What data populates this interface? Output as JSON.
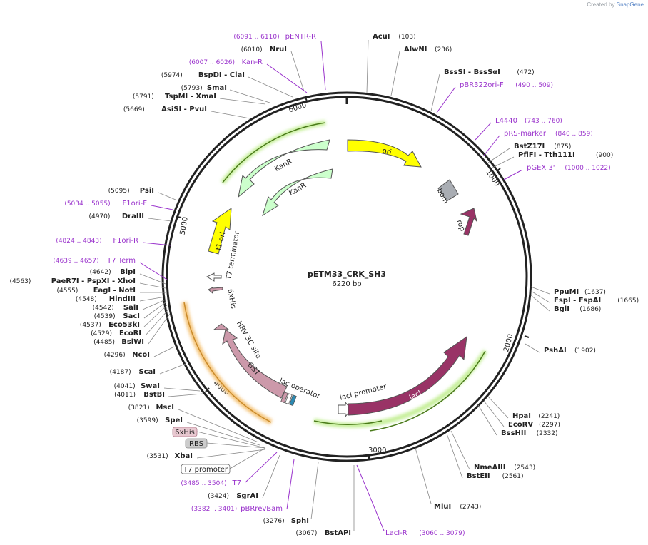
{
  "brand": {
    "prefix": "Created by",
    "name": "SnapGene"
  },
  "plasmid": {
    "name": "pETM33_CRK_SH3",
    "length_label": "6220 bp",
    "length": 6220
  },
  "ticks": [
    "1000",
    "2000",
    "3000",
    "4000",
    "5000",
    "6000"
  ],
  "features": [
    {
      "label": "ori",
      "color": "#ffff00"
    },
    {
      "label": "KanR",
      "color": "#ccffcc"
    },
    {
      "label": "KanR",
      "color": "#ccffcc"
    },
    {
      "label": "bom",
      "color": "#a9adb3"
    },
    {
      "label": "rop",
      "color": "#993366"
    },
    {
      "label": "f1 ori",
      "color": "#ffff00"
    },
    {
      "label": "T7 terminator",
      "color": "#ffffff"
    },
    {
      "label": "6xHis",
      "color": "#cc99aa"
    },
    {
      "label": "HRV 3C site",
      "color": "#cc99aa"
    },
    {
      "label": "GST",
      "color": "#cc99aa"
    },
    {
      "label": "lac operator",
      "color": "#ffffff"
    },
    {
      "label": "lacI promoter",
      "color": "#ffffff"
    },
    {
      "label": "lacI",
      "color": "#993366"
    }
  ],
  "sites_right": [
    {
      "name": "AcuI",
      "pos": "(103)"
    },
    {
      "name": "AlwNI",
      "pos": "(236)"
    },
    {
      "name": "BssSI - BssSαI",
      "pos": "(472)"
    },
    {
      "name": "pBR322ori-F",
      "pos": "(490 .. 509)",
      "primer": true
    },
    {
      "name": "L4440",
      "pos": "(743 .. 760)",
      "primer": true
    },
    {
      "name": "pRS-marker",
      "pos": "(840 .. 859)",
      "primer": true
    },
    {
      "name": "BstZ17I",
      "pos": "(875)"
    },
    {
      "name": "PflFI - Tth111I",
      "pos": "(900)"
    },
    {
      "name": "pGEX 3'",
      "pos": "(1000 .. 1022)",
      "primer": true
    },
    {
      "name": "PpuMI",
      "pos": "(1637)"
    },
    {
      "name": "FspI - FspAI",
      "pos": "(1665)"
    },
    {
      "name": "BglI",
      "pos": "(1686)"
    },
    {
      "name": "PshAI",
      "pos": "(1902)"
    },
    {
      "name": "HpaI",
      "pos": "(2241)"
    },
    {
      "name": "EcoRV",
      "pos": "(2297)"
    },
    {
      "name": "BssHII",
      "pos": "(2332)"
    },
    {
      "name": "NmeAIII",
      "pos": "(2543)"
    },
    {
      "name": "BstEII",
      "pos": "(2561)"
    },
    {
      "name": "MluI",
      "pos": "(2743)"
    },
    {
      "name": "LacI-R",
      "pos": "(3060 .. 3079)",
      "primer": true
    }
  ],
  "sites_left": [
    {
      "name": "pENTR-R",
      "pos": "(6091 .. 6110)",
      "primer": true
    },
    {
      "name": "NruI",
      "pos": "(6010)"
    },
    {
      "name": "Kan-R",
      "pos": "(6007 .. 6026)",
      "primer": true
    },
    {
      "name": "BspDI - ClaI",
      "pos": "(5974)"
    },
    {
      "name": "SmaI",
      "pos": "(5793)"
    },
    {
      "name": "TspMI - XmaI",
      "pos": "(5791)"
    },
    {
      "name": "AsiSI - PvuI",
      "pos": "(5669)"
    },
    {
      "name": "PsiI",
      "pos": "(5095)"
    },
    {
      "name": "F1ori-F",
      "pos": "(5034 .. 5055)",
      "primer": true
    },
    {
      "name": "DraIII",
      "pos": "(4970)"
    },
    {
      "name": "F1ori-R",
      "pos": "(4824 .. 4843)",
      "primer": true
    },
    {
      "name": "T7 Term",
      "pos": "(4639 .. 4657)",
      "primer": true
    },
    {
      "name": "BlpI",
      "pos": "(4642)"
    },
    {
      "name": "PaeR7I - PspXI - XhoI",
      "pos": "(4563)"
    },
    {
      "name": "EagI - NotI",
      "pos": "(4555)"
    },
    {
      "name": "HindIII",
      "pos": "(4548)"
    },
    {
      "name": "SalI",
      "pos": "(4542)"
    },
    {
      "name": "SacI",
      "pos": "(4539)"
    },
    {
      "name": "Eco53kI",
      "pos": "(4537)"
    },
    {
      "name": "EcoRI",
      "pos": "(4529)"
    },
    {
      "name": "BsiWI",
      "pos": "(4485)"
    },
    {
      "name": "NcoI",
      "pos": "(4296)"
    },
    {
      "name": "ScaI",
      "pos": "(4187)"
    },
    {
      "name": "SwaI",
      "pos": "(4041)"
    },
    {
      "name": "BstBI",
      "pos": "(4011)"
    },
    {
      "name": "MscI",
      "pos": "(3821)"
    },
    {
      "name": "SpeI",
      "pos": "(3599)"
    },
    {
      "name": "XbaI",
      "pos": "(3531)"
    },
    {
      "name": "T7",
      "pos": "(3485 .. 3504)",
      "primer": true
    },
    {
      "name": "SgrAI",
      "pos": "(3424)"
    },
    {
      "name": "pBRrevBam",
      "pos": "(3382 .. 3401)",
      "primer": true
    },
    {
      "name": "SphI",
      "pos": "(3276)"
    },
    {
      "name": "BstAPI",
      "pos": "(3067)"
    }
  ],
  "boxed_labels": [
    "6xHis",
    "RBS",
    "T7 promoter"
  ],
  "colors": {
    "primer": "#9a33cc",
    "backbone": "#222222",
    "leader": "#888888"
  }
}
